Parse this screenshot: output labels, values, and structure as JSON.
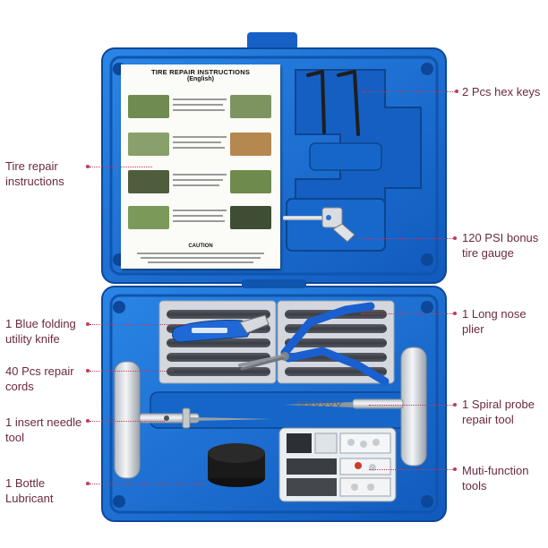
{
  "callouts": {
    "hex_keys": "2 Pcs hex keys",
    "instructions": [
      "Tire repair",
      "instructions"
    ],
    "gauge": [
      "120 PSI bonus",
      "tire gauge"
    ],
    "knife": [
      "1 Blue folding",
      "utility knife"
    ],
    "plier": [
      "1 Long nose",
      "plier"
    ],
    "cords": [
      "40 Pcs repair",
      "cords"
    ],
    "needle": [
      "1 insert needle",
      "tool"
    ],
    "probe": [
      "1 Spiral probe",
      "repair tool"
    ],
    "lubricant": [
      "1 Bottle",
      "Lubricant"
    ],
    "tools": [
      "Muti-function",
      "tools"
    ]
  },
  "manual": {
    "title": "TIRE REPAIR INSTRUCTIONS",
    "subtitle": "(English)",
    "caution": "CAUTION"
  },
  "colors": {
    "case_blue": "#1d6fd1",
    "case_dark": "#0d4fa8",
    "label_text": "#6b2a3e",
    "leader_line": "#c23a5a"
  }
}
